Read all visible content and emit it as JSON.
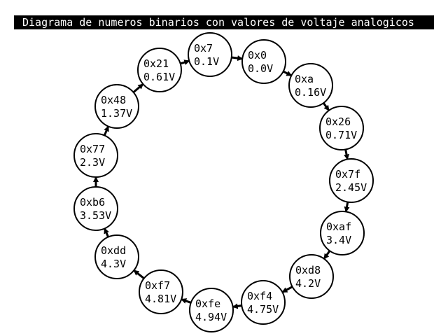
{
  "title": "Diagrama de numeros binarios con valores de voltaje analogicos",
  "colors": {
    "title_bg": "#000000",
    "title_fg": "#ffffff",
    "stroke": "#000000",
    "node_fill": "#ffffff"
  },
  "nodes": [
    {
      "hex": "0x0",
      "voltage": "0.0V"
    },
    {
      "hex": "0xa",
      "voltage": "0.16V"
    },
    {
      "hex": "0x26",
      "voltage": "0.71V"
    },
    {
      "hex": "0x7f",
      "voltage": "2.45V"
    },
    {
      "hex": "0xaf",
      "voltage": "3.4V"
    },
    {
      "hex": "0xd8",
      "voltage": "4.2V"
    },
    {
      "hex": "0xf4",
      "voltage": "4.75V"
    },
    {
      "hex": "0xfe",
      "voltage": "4.94V"
    },
    {
      "hex": "0xf7",
      "voltage": "4.81V"
    },
    {
      "hex": "0xdd",
      "voltage": "4.3V"
    },
    {
      "hex": "0xb6",
      "voltage": "3.53V"
    },
    {
      "hex": "0x77",
      "voltage": "2.3V"
    },
    {
      "hex": "0x48",
      "voltage": "1.37V"
    },
    {
      "hex": "0x21",
      "voltage": "0.61V"
    },
    {
      "hex": "0x7",
      "voltage": "0.1V"
    }
  ]
}
